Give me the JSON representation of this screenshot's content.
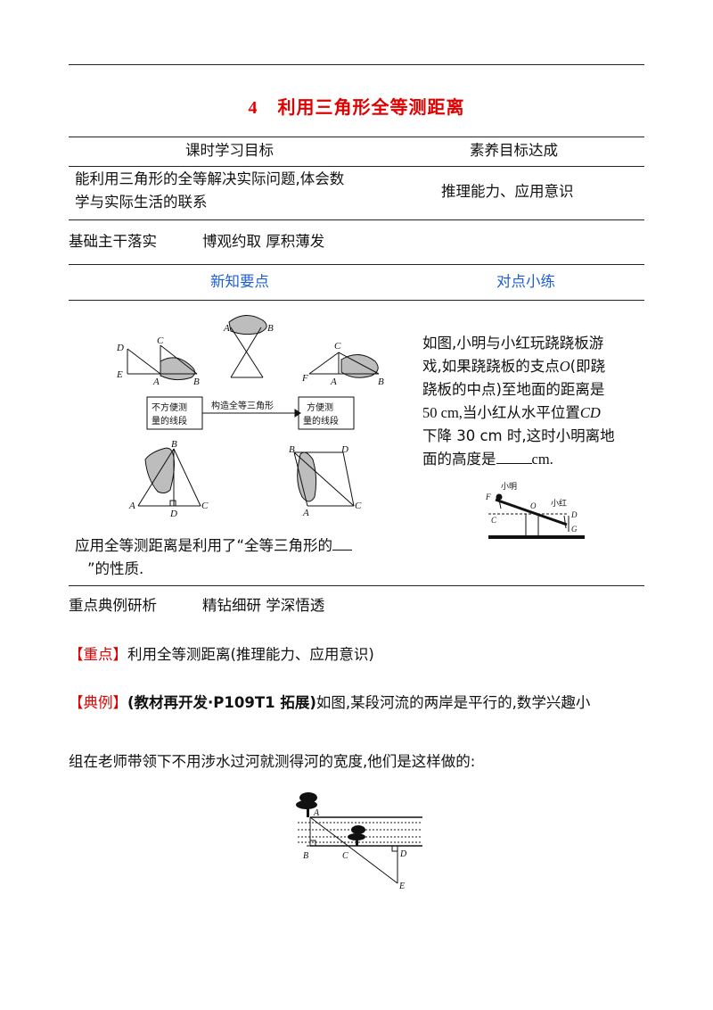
{
  "title": {
    "number": "4",
    "text": "利用三角形全等测距离"
  },
  "objectives_table": {
    "col1_header": "课时学习目标",
    "col2_header": "素养目标达成",
    "col1_line1": "能利用三角形的全等解决实际问题,体会数",
    "col1_line2": "学与实际生活的联系",
    "col2_value": "推理能力、应用意识"
  },
  "section1": {
    "label": "基础主干落实",
    "motto": "博观约取  厚积薄发"
  },
  "headers": {
    "left": "新知要点",
    "right": "对点小练"
  },
  "diagram_labels": {
    "box_left_1": "不方便测",
    "box_left_2": "量的线段",
    "arrow_text": "构造全等三角形",
    "box_right_1": "方便测",
    "box_right_2": "量的线段"
  },
  "knowledge_text": {
    "line1": "应用全等测距离是利用了“全等三角形的",
    "line2": "”的性质."
  },
  "practice": {
    "line1": "如图,小明与小红玩跷跷板游",
    "line2a": "戏,如果跷跷板的支点",
    "line2_var": "O",
    "line2b": "(即跷",
    "line3": "跷板的中点)至地面的距离是",
    "line4": "50 cm,当小红从水平位置",
    "line4_var": "CD",
    "line5": "下降 30 cm 时,这时小明离地",
    "line6a": "面的高度是",
    "line6b": "cm.",
    "fig_label_xiaoming": "小明",
    "fig_label_xiaohong": "小红"
  },
  "section2": {
    "label": "重点典例研析",
    "motto": "精钻细研  学深悟透"
  },
  "keypoint": {
    "tag": "【重点】",
    "text": "利用全等测距离(推理能力、应用意识)"
  },
  "example": {
    "tag": "【典例】",
    "source": "(教材再开发·P109T1 拓展)",
    "text1": "如图,某段河流的两岸是平行的,数学兴趣小",
    "text2": "组在老师带领下不用涉水过河就测得河的宽度,他们是这样做的:"
  }
}
